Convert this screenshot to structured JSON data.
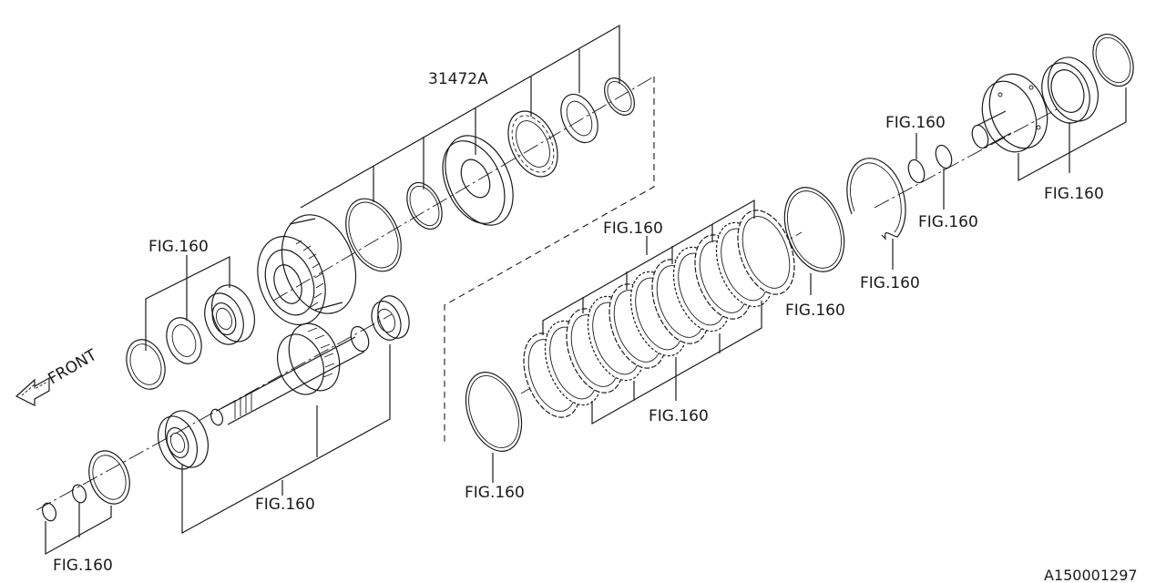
{
  "diagram": {
    "part_number_label": "31472A",
    "reference_label": "FIG.160",
    "front_label": "FRONT",
    "diagram_code": "A150001297"
  },
  "colors": {
    "ink": "#1a1a1a",
    "paper": "#ffffff"
  }
}
